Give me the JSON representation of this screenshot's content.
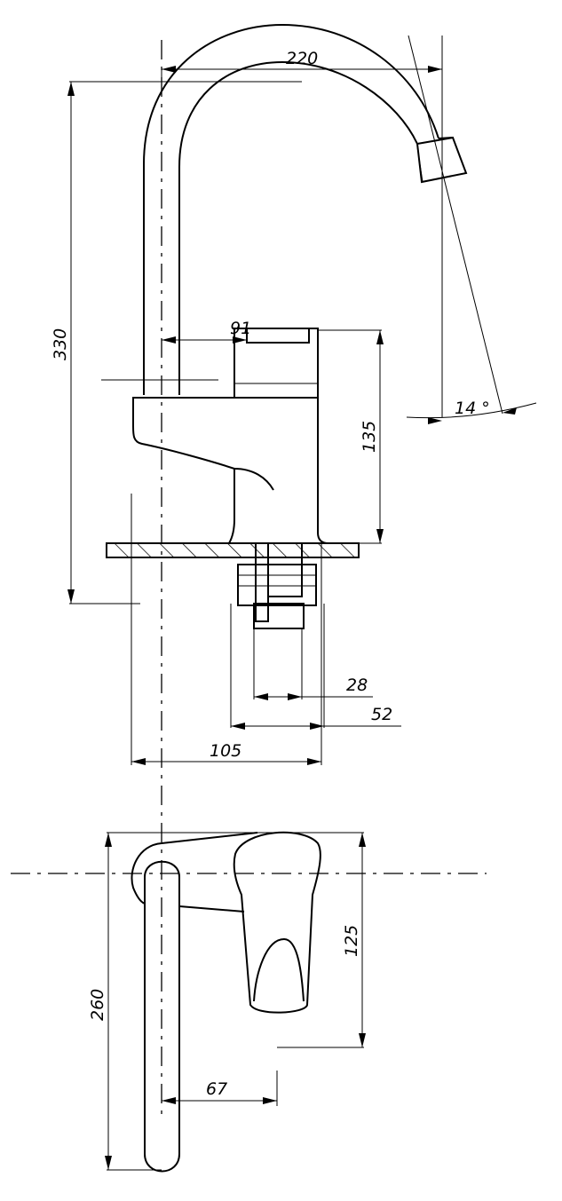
{
  "dimensions": {
    "spout_reach": "220",
    "total_height": "330",
    "handle_offset": "91",
    "body_height": "135",
    "spout_angle": "14 °",
    "thread_inner": "28",
    "thread_outer": "52",
    "base_depth": "105",
    "plan_width": "125",
    "plan_length": "260",
    "plan_offset": "67"
  }
}
